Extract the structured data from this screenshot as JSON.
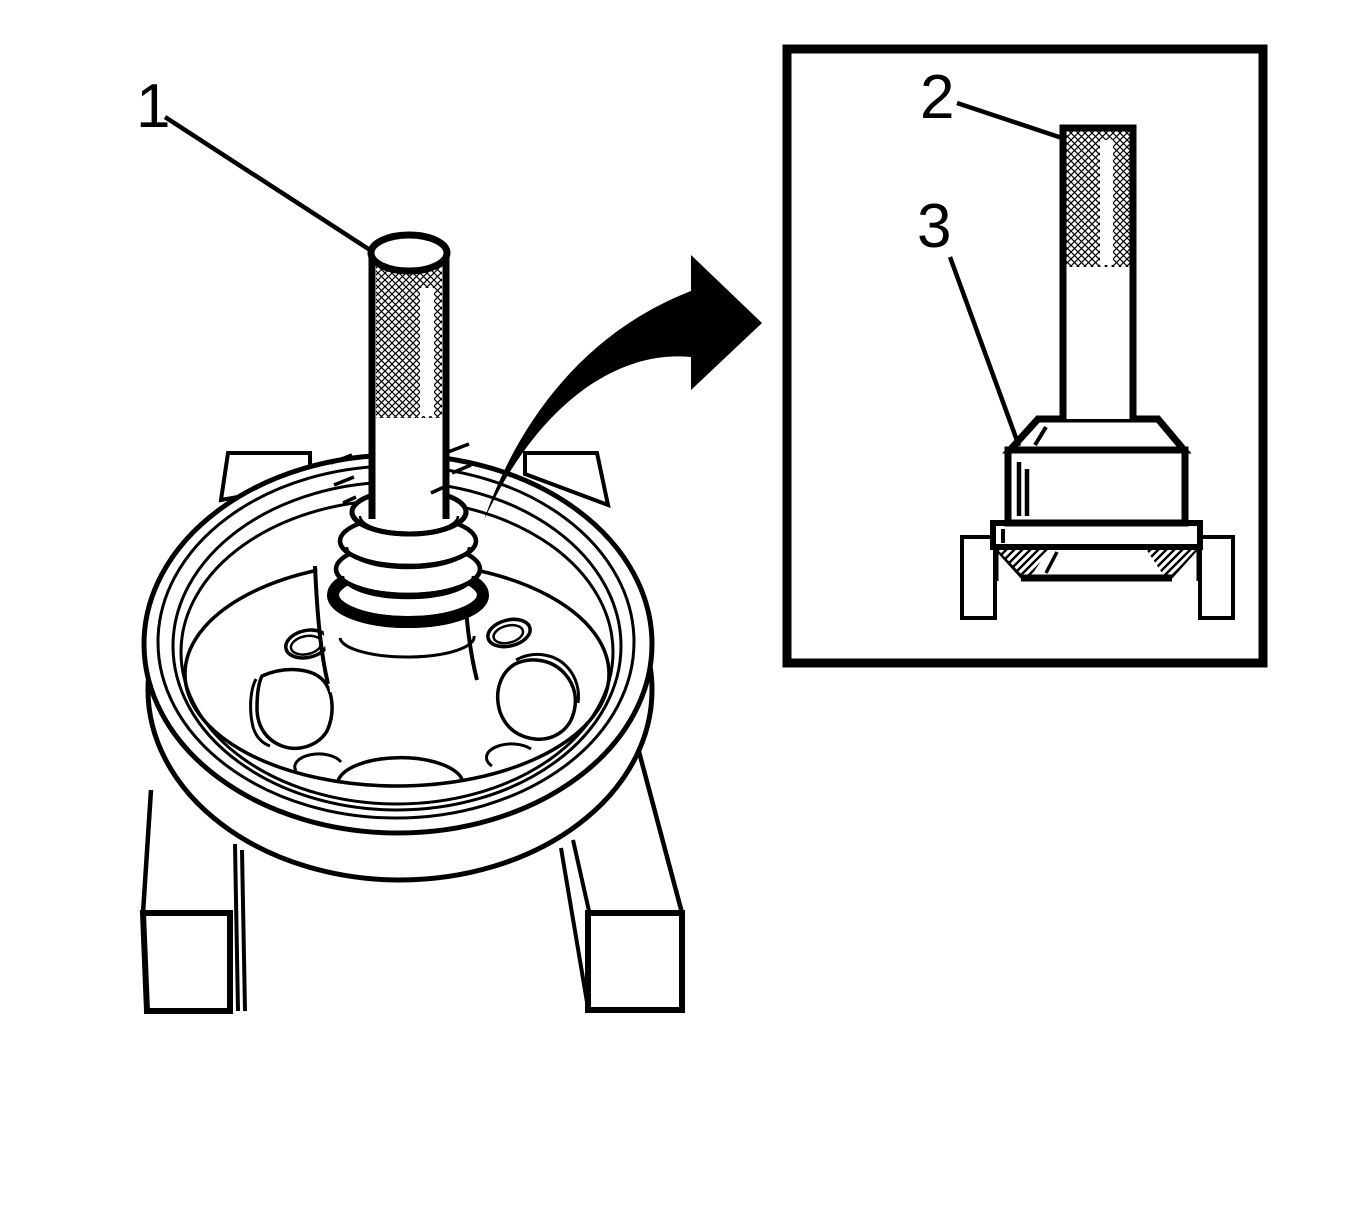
{
  "illustration": {
    "callouts": {
      "one": "1",
      "two": "2",
      "three": "3"
    },
    "colors": {
      "ink": "#000000",
      "paper": "#ffffff"
    }
  }
}
